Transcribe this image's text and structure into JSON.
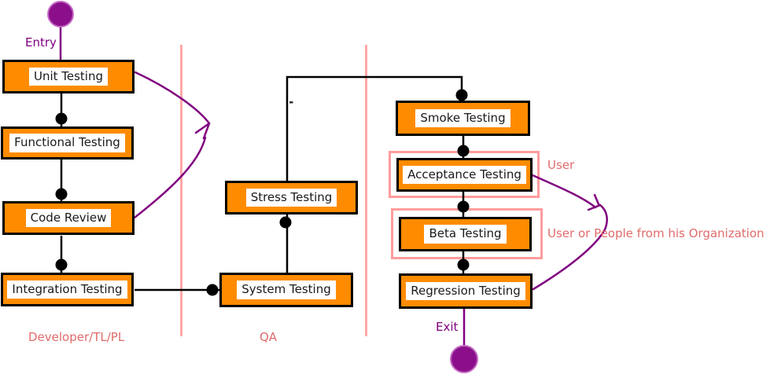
{
  "nodes": [
    {
      "id": "unit",
      "label": "Unit Testing"
    },
    {
      "id": "functional",
      "label": "Functional Testing"
    },
    {
      "id": "code-review",
      "label": "Code Review"
    },
    {
      "id": "integration",
      "label": "Integration Testing"
    },
    {
      "id": "stress",
      "label": "Stress Testing"
    },
    {
      "id": "system",
      "label": "System Testing"
    },
    {
      "id": "smoke",
      "label": "Smoke Testing"
    },
    {
      "id": "acceptance",
      "label": "Acceptance Testing"
    },
    {
      "id": "beta",
      "label": "Beta Testing"
    },
    {
      "id": "regression",
      "label": "Regression Testing"
    }
  ],
  "terminals": {
    "entry_label": "Entry",
    "exit_label": "Exit"
  },
  "lanes": [
    {
      "label": "Developer/TL/PL"
    },
    {
      "label": "QA"
    }
  ],
  "annotations": [
    {
      "label": "User"
    },
    {
      "label": "User or People from his Organization"
    }
  ],
  "flow": [
    "Entry -> Unit Testing -> Functional Testing -> Code Review -> Integration Testing -> System Testing -> Stress Testing -> Smoke Testing -> Acceptance Testing -> Beta Testing -> Regression Testing -> Exit"
  ],
  "colors": {
    "node_fill": "#FF8C00",
    "node_border": "#000000",
    "node_label_bg": "#FFFFFF",
    "connector": "#000000",
    "terminal_fill": "#8B0F8B",
    "purple_line": "#800080",
    "lane_divider": "#FFA8A8",
    "annotation_outline": "#FF9C9C",
    "annotation_text": "#E06B6B"
  }
}
